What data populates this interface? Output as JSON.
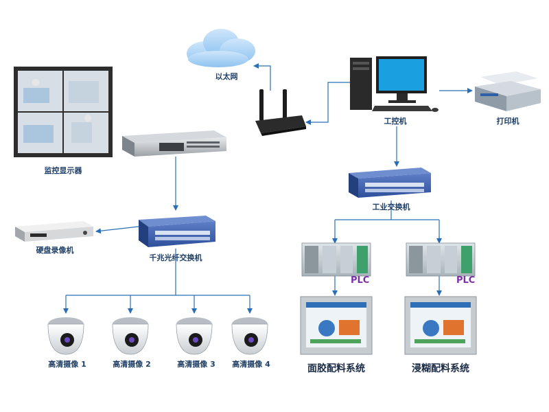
{
  "labels": {
    "ethernet": "以太网",
    "monitor_display": "监控显示器",
    "ipc": "工控机",
    "printer": "打印机",
    "industrial_switch": "工业交换机",
    "dvr": "硬盘录像机",
    "fiber_switch": "千兆光纤交换机",
    "plc_1": "PLC",
    "plc_2": "PLC",
    "system_1": "面胶配料系统",
    "system_2": "浸糊配料系统",
    "camera_1": "高清摄像 1",
    "camera_2": "高清摄像 2",
    "camera_3": "高清摄像 3",
    "camera_4": "高清摄像 4"
  },
  "colors": {
    "line": "#2a6fb5",
    "switch": "#3e62b0",
    "plc": "#b8c2c9",
    "accent_plc_text": "#7a2fa8"
  }
}
